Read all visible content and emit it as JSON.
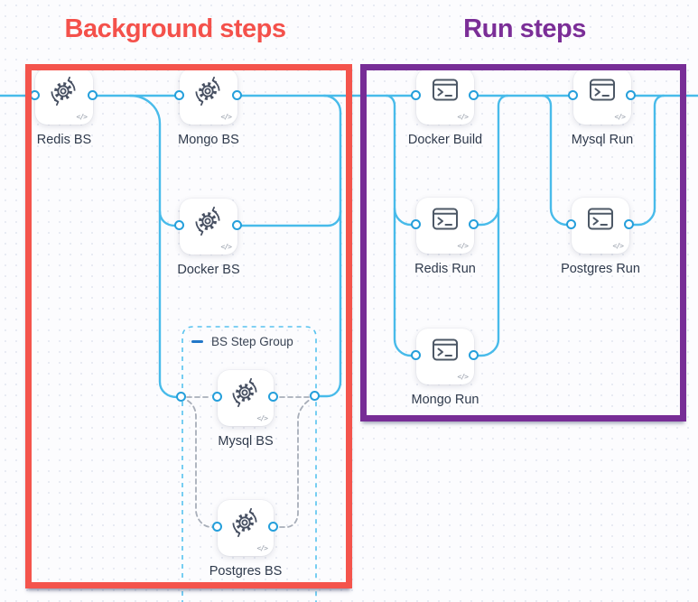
{
  "titles": {
    "background": "Background steps",
    "run": "Run steps"
  },
  "group": {
    "label": "BS Step Group"
  },
  "code_badge": "</>",
  "nodes": {
    "background": [
      {
        "id": "redis-bs",
        "label": "Redis BS"
      },
      {
        "id": "mongo-bs",
        "label": "Mongo BS"
      },
      {
        "id": "docker-bs",
        "label": "Docker BS"
      },
      {
        "id": "mysql-bs",
        "label": "Mysql BS"
      },
      {
        "id": "postgres-bs",
        "label": "Postgres BS"
      }
    ],
    "run": [
      {
        "id": "docker-build",
        "label": "Docker Build"
      },
      {
        "id": "mysql-run",
        "label": "Mysql Run"
      },
      {
        "id": "redis-run",
        "label": "Redis Run"
      },
      {
        "id": "postgres-run",
        "label": "Postgres Run"
      },
      {
        "id": "mongo-run",
        "label": "Mongo Run"
      }
    ]
  },
  "icons": {
    "background_step": "sync-gear-icon",
    "run_step": "terminal-icon",
    "group_collapse": "minus-icon",
    "card_corner": "code-icon"
  },
  "colors": {
    "background_accent": "#F4544C",
    "run_accent": "#772D96",
    "connector": "#48BBEA",
    "port_stroke": "#259FDB",
    "group_border": "#56C2EF",
    "group_connector": "#A8AEB9",
    "icon_stroke": "#475062",
    "label_text": "#2F3A4C"
  }
}
